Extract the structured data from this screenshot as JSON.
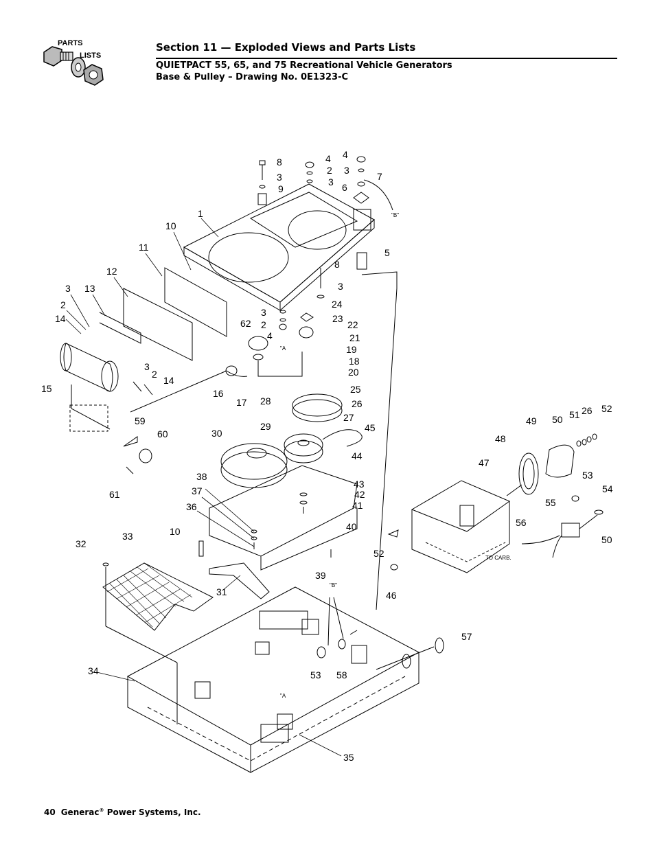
{
  "header": {
    "icon_label_top": "PARTS",
    "icon_label_bottom": "LISTS",
    "section_title": "Section 11 — Exploded Views and Parts Lists",
    "subtitle": "QUIETPACT 55, 65, and 75 Recreational Vehicle Generators",
    "drawing_title": "Base & Pulley – Drawing No. 0E1323-C"
  },
  "callouts": [
    "1",
    "2",
    "3",
    "4",
    "5",
    "6",
    "7",
    "8",
    "9",
    "10",
    "11",
    "12",
    "13",
    "14",
    "15",
    "16",
    "17",
    "18",
    "19",
    "20",
    "21",
    "22",
    "23",
    "24",
    "25",
    "26",
    "27",
    "28",
    "29",
    "30",
    "31",
    "32",
    "33",
    "34",
    "35",
    "36",
    "37",
    "38",
    "39",
    "40",
    "41",
    "42",
    "43",
    "44",
    "45",
    "46",
    "47",
    "48",
    "49",
    "50",
    "51",
    "52",
    "53",
    "54",
    "55",
    "56",
    "57",
    "58",
    "59",
    "60",
    "61",
    "62"
  ],
  "notes": {
    "ref_b": "\"B\"",
    "ref_a": "\"A",
    "to_carb": "TO CARB."
  },
  "footer": {
    "page_number": "40",
    "company": "Generac",
    "reg_mark": "®",
    "company_suffix": " Power Systems, Inc."
  }
}
